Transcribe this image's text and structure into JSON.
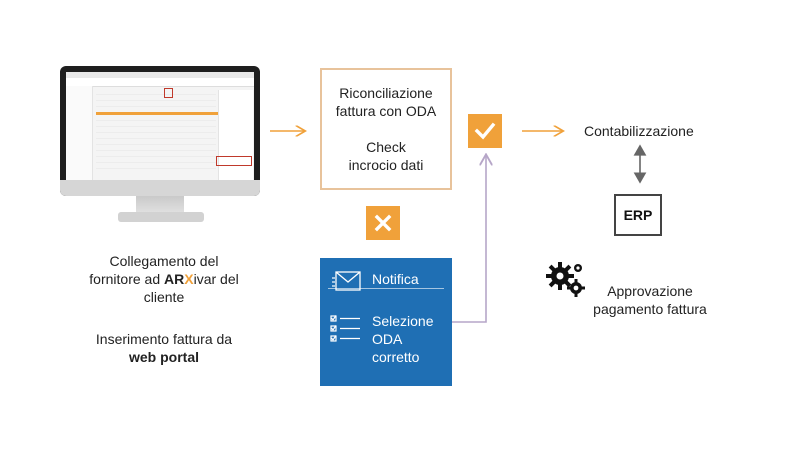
{
  "colors": {
    "accent_orange": "#f0a13a",
    "box_border": "#e8c39b",
    "blue_panel": "#1f6fb4",
    "connector_purple": "#b6a6c8",
    "error_red": "#c0392b"
  },
  "left_caption": {
    "line1": "Collegamento del",
    "line2_pre": "fornitore ad ",
    "brand_ar": "AR",
    "brand_x": "X",
    "brand_rest": "ivar del",
    "line3": "cliente",
    "portal_line1": "Inserimento fattura da",
    "portal_line2": "web portal"
  },
  "reconcile_box": {
    "line1": "Riconciliazione",
    "line2": "fattura con ODA",
    "line3": "Check",
    "line4": "incrocio dati"
  },
  "status": {
    "success_icon": "check-icon",
    "failure_icon": "x-icon"
  },
  "blue_panel": {
    "notifica": "Notifica",
    "selezione_line1": "Selezione",
    "selezione_line2": "ODA",
    "selezione_line3": "corretto",
    "icons": [
      "envelope-icon",
      "checklist-icon"
    ]
  },
  "contabilizzazione": "Contabilizzazione",
  "erp": "ERP",
  "approval": {
    "line1": "Approvazione",
    "line2": "pagamento fattura",
    "icon": "gears-icon"
  }
}
